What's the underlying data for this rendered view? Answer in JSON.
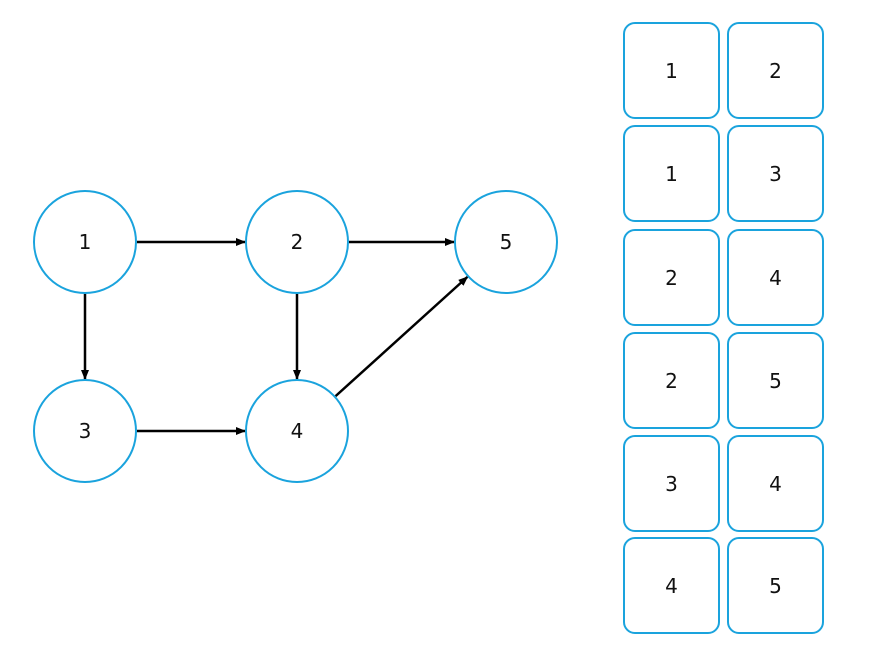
{
  "graph": {
    "nodes": [
      {
        "id": "1",
        "label": "1"
      },
      {
        "id": "2",
        "label": "2"
      },
      {
        "id": "3",
        "label": "3"
      },
      {
        "id": "4",
        "label": "4"
      },
      {
        "id": "5",
        "label": "5"
      }
    ],
    "edges": [
      {
        "from": "1",
        "to": "2"
      },
      {
        "from": "1",
        "to": "3"
      },
      {
        "from": "2",
        "to": "4"
      },
      {
        "from": "2",
        "to": "5"
      },
      {
        "from": "3",
        "to": "4"
      },
      {
        "from": "4",
        "to": "5"
      }
    ]
  },
  "edge_table": {
    "rows": [
      {
        "from": "1",
        "to": "2"
      },
      {
        "from": "1",
        "to": "3"
      },
      {
        "from": "2",
        "to": "4"
      },
      {
        "from": "2",
        "to": "5"
      },
      {
        "from": "3",
        "to": "4"
      },
      {
        "from": "4",
        "to": "5"
      }
    ]
  },
  "colors": {
    "node_stroke": "#1aa3dd",
    "edge": "#000000",
    "text": "#111111"
  }
}
